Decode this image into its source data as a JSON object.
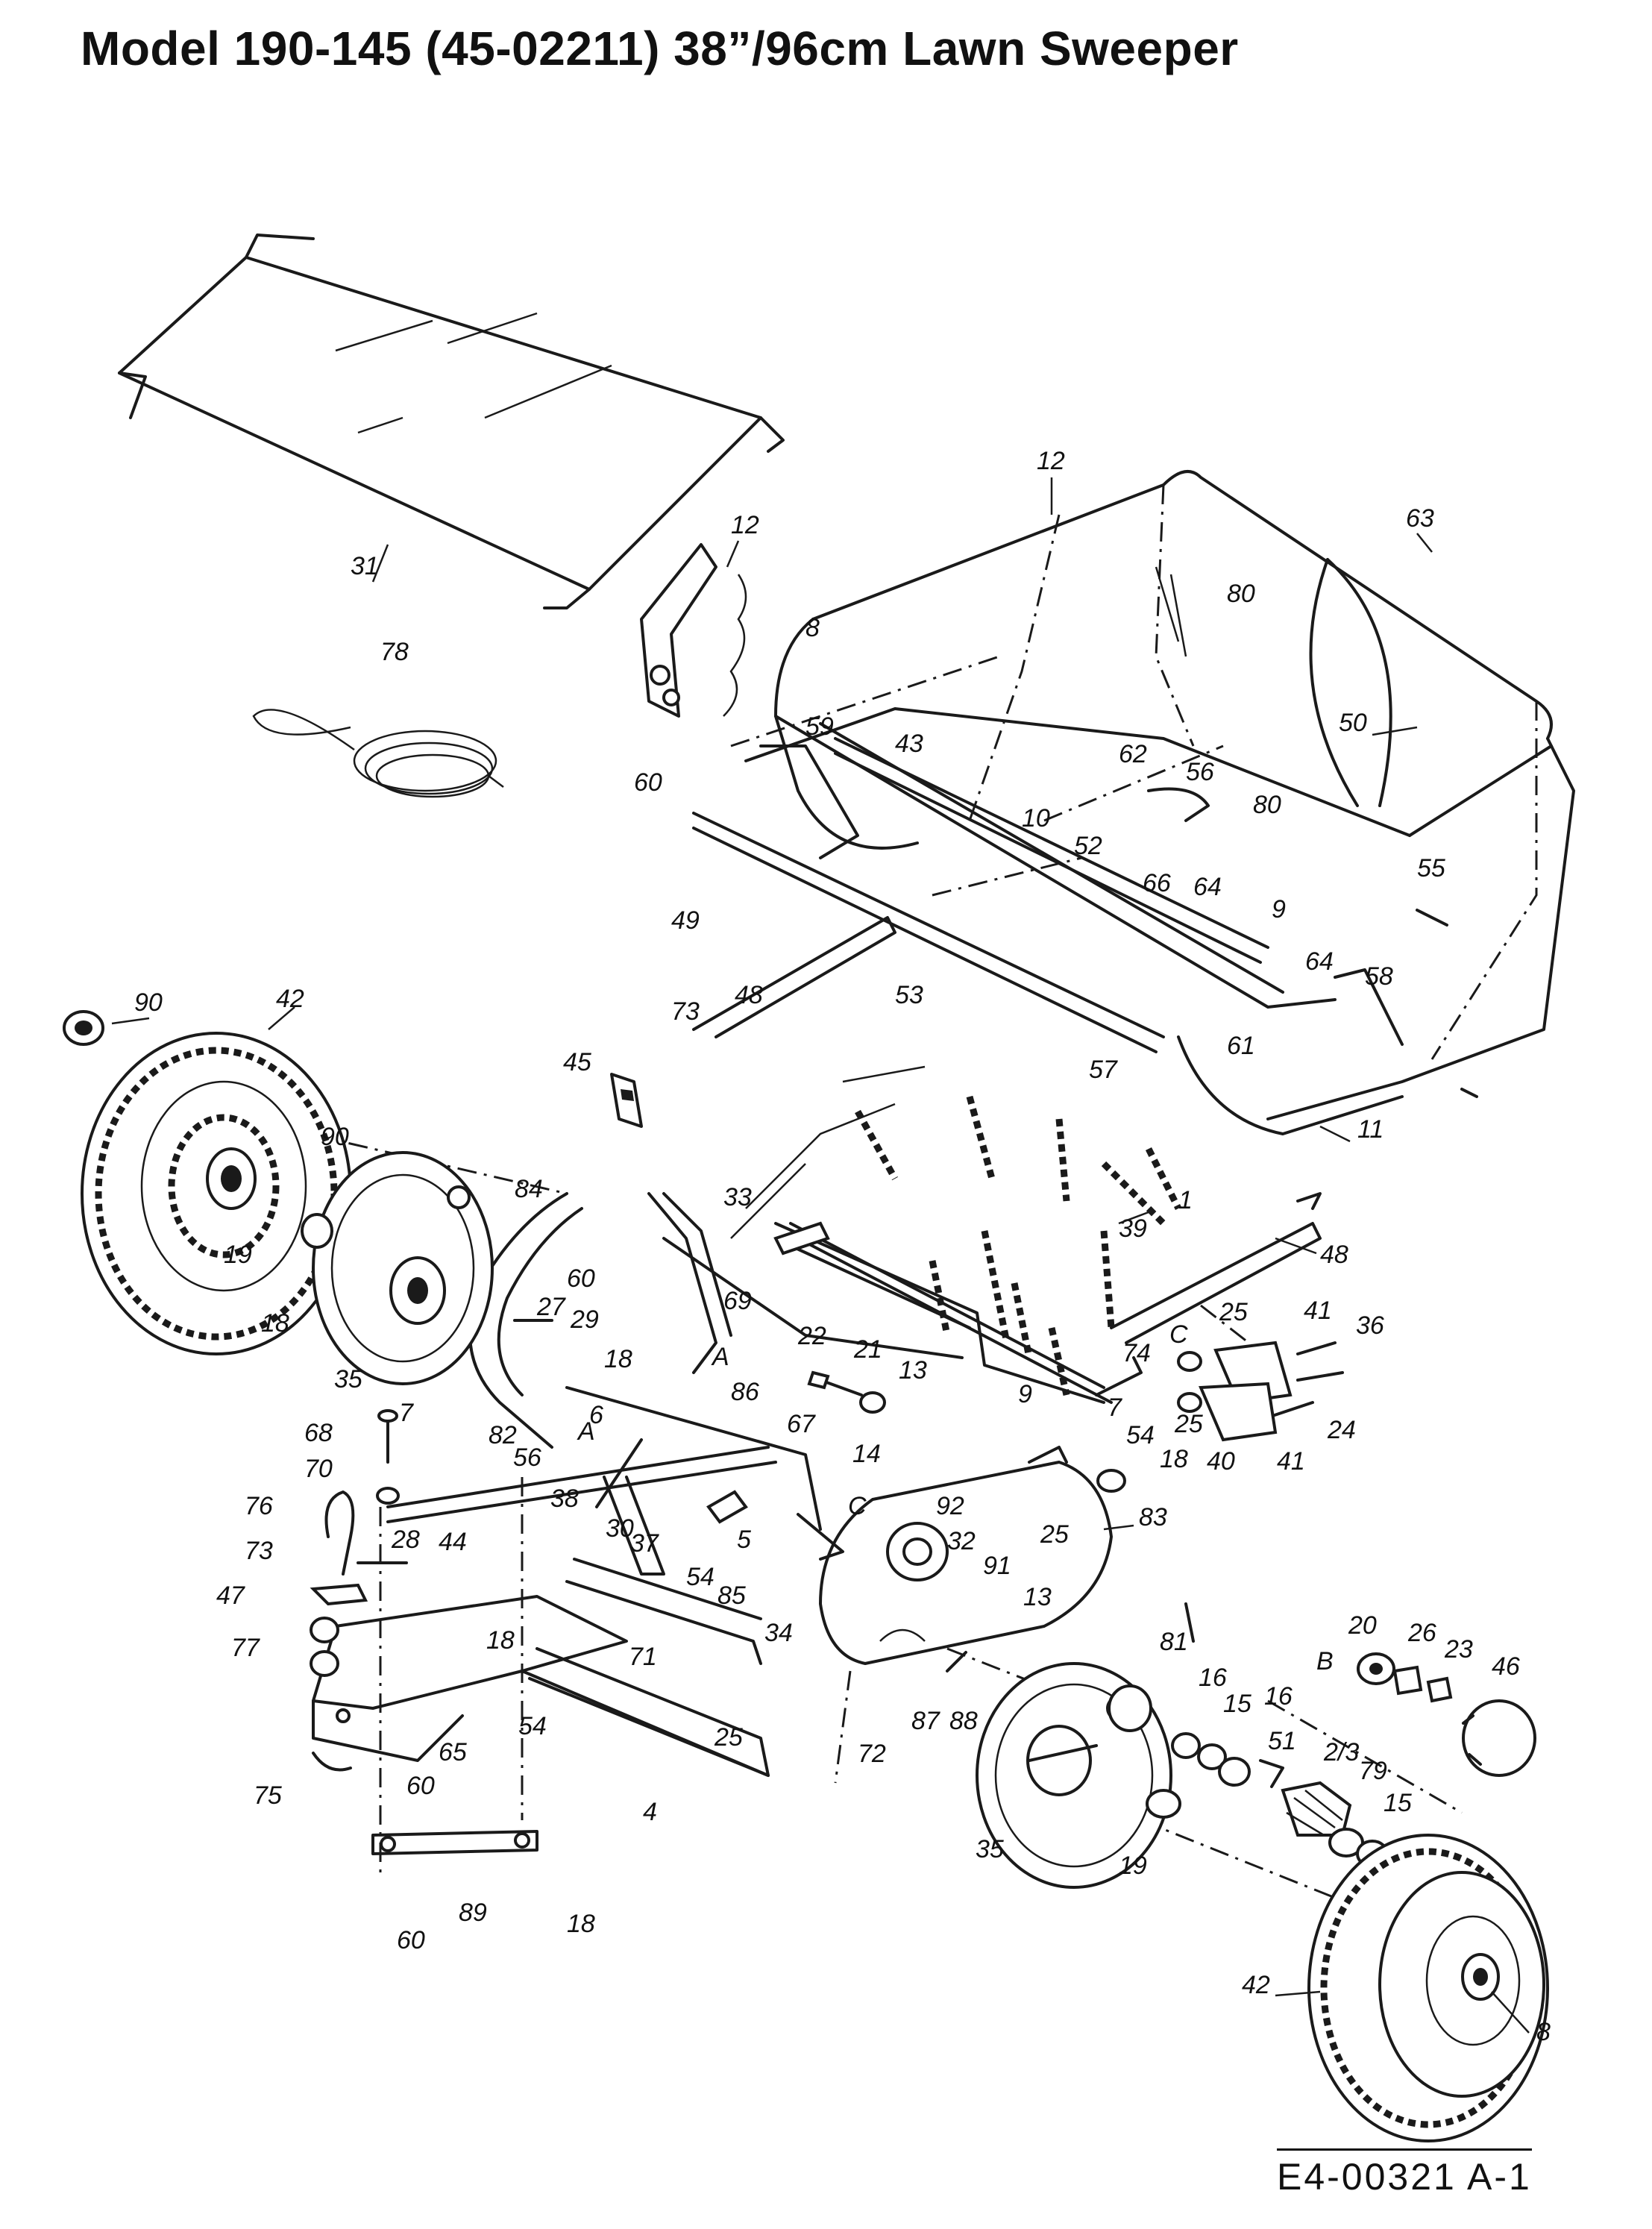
{
  "title": "Model 190-145 (45-02211) 38”/96cm Lawn Sweeper",
  "drawing_code": "E4-00321 A-1",
  "callouts": {
    "c1": "12",
    "c2": "63",
    "c3": "31",
    "c4": "12",
    "c5": "78",
    "c6": "80",
    "c7": "8",
    "c8": "59",
    "c9": "43",
    "c10": "50",
    "c11": "60",
    "c12": "62",
    "c13": "56",
    "c14": "80",
    "c15": "10",
    "c16": "52",
    "c17": "66",
    "c18": "64",
    "c19": "55",
    "c20": "49",
    "c21": "9",
    "c22": "64",
    "c23": "58",
    "c24": "53",
    "c25": "90",
    "c26": "42",
    "c27": "73",
    "c28": "48",
    "c29": "61",
    "c30": "57",
    "c31": "45",
    "c32": "11",
    "c33": "90",
    "c34": "84",
    "c35": "33",
    "c36": "1",
    "c37": "19",
    "c38": "39",
    "c39": "48",
    "c40": "18",
    "c41": "60",
    "c42": "27",
    "c43": "29",
    "c44": "69",
    "c45": "35",
    "c46": "18",
    "c47": "A",
    "c48": "25",
    "c49": "41",
    "c50": "36",
    "c51": "22",
    "c52": "21",
    "c53": "C",
    "c54": "13",
    "c55": "74",
    "c56": "86",
    "c57": "9",
    "c58": "24",
    "c59": "7",
    "c60": "25",
    "c61": "68",
    "c62": "7",
    "c63": "82",
    "c64": "6",
    "c65": "A",
    "c66": "67",
    "c67": "54",
    "c68": "40",
    "c69": "41",
    "c70": "70",
    "c71": "56",
    "c72": "14",
    "c73": "18",
    "c74": "76",
    "c75": "38",
    "c76": "C",
    "c77": "92",
    "c78": "5",
    "c79": "25",
    "c80": "83",
    "c81": "28",
    "c82": "44",
    "c83": "30",
    "c84": "37",
    "c85": "32",
    "c86": "73",
    "c87": "54",
    "c88": "91",
    "c89": "47",
    "c90": "85",
    "c91": "13",
    "c92": "34",
    "c93": "18",
    "c94": "71",
    "c95": "77",
    "c96": "20",
    "c97": "26",
    "c98": "81",
    "c99": "B",
    "c100": "23",
    "c101": "46",
    "c102": "16",
    "c103": "15",
    "c104": "16",
    "c105": "54",
    "c106": "87",
    "c107": "88",
    "c108": "65",
    "c109": "25",
    "c110": "51",
    "c111": "2/3",
    "c112": "79",
    "c113": "75",
    "c114": "60",
    "c115": "72",
    "c116": "35",
    "c117": "15",
    "c118": "4",
    "c119": "19",
    "c120": "89",
    "c121": "60",
    "c122": "18",
    "c123": "42",
    "c124": "8"
  }
}
